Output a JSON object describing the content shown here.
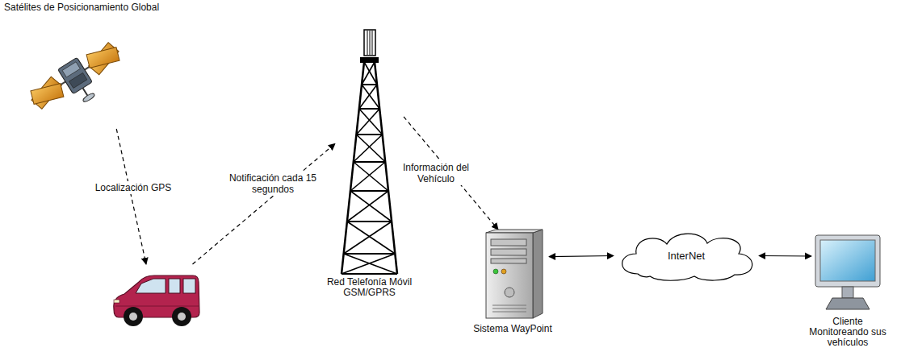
{
  "diagram": {
    "nodes": [
      {
        "text": [
          "Satélites de Posicionamiento Global"
        ]
      },
      {
        "text": []
      },
      {
        "text": [
          "Red Telefonía Móvil GSM/GPRS"
        ]
      },
      {
        "text": [
          "Sistema WayPoint"
        ]
      },
      {
        "text": [
          "InterNet"
        ]
      },
      {
        "text": [
          "Cliente Monitoreando sus vehículos"
        ]
      }
    ],
    "edges": [
      {
        "from": 0,
        "to": 1,
        "label": "Localización GPS",
        "arrow": "to"
      },
      {
        "from": 1,
        "to": 2,
        "label": "Notificación cada 15 segundos",
        "arrow": "to"
      },
      {
        "from": 2,
        "to": 3,
        "label": "Información del Vehículo",
        "arrow": "to"
      },
      {
        "from": 3,
        "to": 4,
        "arrow": "both"
      },
      {
        "from": 4,
        "to": 5,
        "arrow": "both"
      }
    ]
  }
}
